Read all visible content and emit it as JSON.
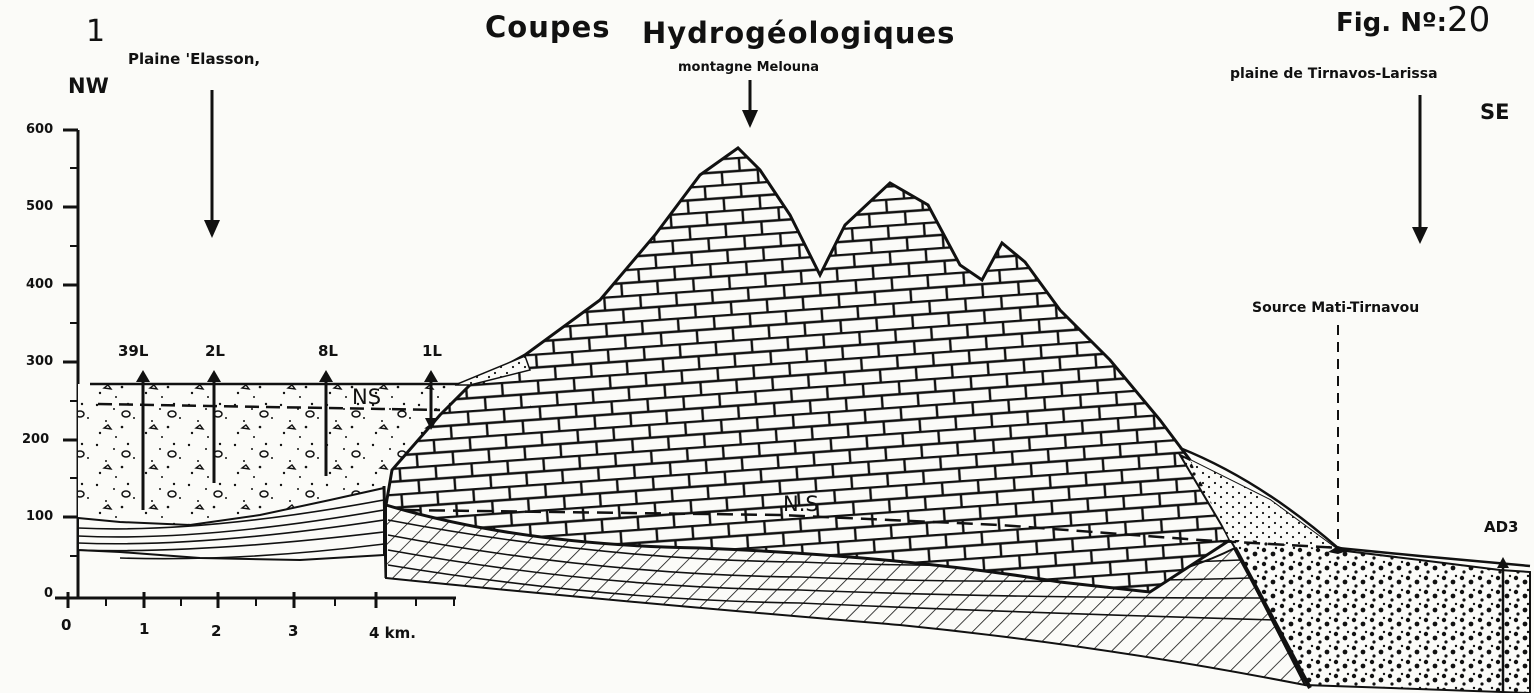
{
  "figure": {
    "number_label": "1",
    "fig_label": "Fig. N",
    "fig_number": "20",
    "title_left": "Coupes",
    "title_right": "Hydrogéologiques"
  },
  "orientation": {
    "left": "NW",
    "right": "SE"
  },
  "places": {
    "left_plain": "Plaine 'Elasson,",
    "mountain": "montagne Melouna",
    "right_plain": "plaine de Tirnavos-Larissa",
    "spring": "Source Mati-Tirnavou"
  },
  "vertical_axis": {
    "ticks": [
      "600",
      "500",
      "400",
      "300",
      "200",
      "100",
      "0"
    ]
  },
  "horizontal_axis": {
    "ticks": [
      "0",
      "1",
      "2",
      "3",
      "4 km."
    ]
  },
  "wells": [
    {
      "label": "39L"
    },
    {
      "label": "2L"
    },
    {
      "label": "8L"
    },
    {
      "label": "1L"
    }
  ],
  "water_table_labels": [
    "NS",
    "N.S"
  ],
  "borehole_right": "AD3",
  "colors": {
    "ink": "#111111",
    "paper": "#fbfbf8"
  }
}
